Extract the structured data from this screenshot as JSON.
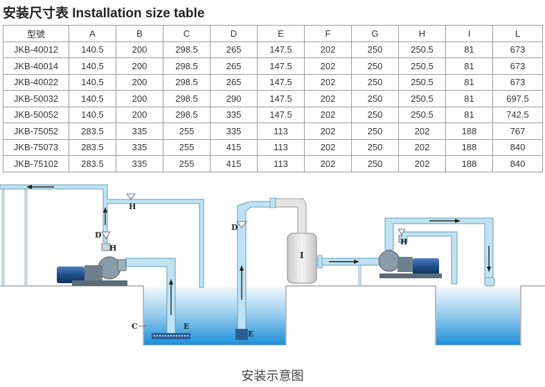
{
  "title": "安装尺寸表 Installation size table",
  "table": {
    "headers": [
      "型號",
      "A",
      "B",
      "C",
      "D",
      "E",
      "F",
      "G",
      "H",
      "I",
      "L"
    ],
    "rows": [
      [
        "JKB-40012",
        "140.5",
        "200",
        "298.5",
        "265",
        "147.5",
        "202",
        "250",
        "250.5",
        "81",
        "673"
      ],
      [
        "JKB-40014",
        "140.5",
        "200",
        "298.5",
        "265",
        "147.5",
        "202",
        "250",
        "250.5",
        "81",
        "673"
      ],
      [
        "JKB-40022",
        "140.5",
        "200",
        "298.5",
        "265",
        "147.5",
        "202",
        "250",
        "250.5",
        "81",
        "673"
      ],
      [
        "JKB-50032",
        "140.5",
        "200",
        "298.5",
        "290",
        "147.5",
        "202",
        "250",
        "250.5",
        "81",
        "697.5"
      ],
      [
        "JKB-50052",
        "140.5",
        "200",
        "298.5",
        "335",
        "147.5",
        "202",
        "250",
        "250.5",
        "81",
        "742.5"
      ],
      [
        "JKB-75052",
        "283.5",
        "335",
        "255",
        "335",
        "113",
        "202",
        "250",
        "202",
        "188",
        "767"
      ],
      [
        "JKB-75073",
        "283.5",
        "335",
        "255",
        "415",
        "113",
        "202",
        "250",
        "202",
        "188",
        "840"
      ],
      [
        "JKB-75102",
        "283.5",
        "335",
        "255",
        "415",
        "113",
        "202",
        "250",
        "202",
        "188",
        "840"
      ]
    ]
  },
  "diagram_labels": {
    "H_left": "H",
    "D_left": "D",
    "H_left_lower": "H",
    "C": "C",
    "E_left": "E",
    "D_mid": "D",
    "E_mid": "E",
    "I": "I",
    "H_right": "H"
  },
  "caption": "安装示意图",
  "colors": {
    "pipe": "#bfe3f4",
    "pipe_stroke": "#6a98b4",
    "water_top": "#e6f3fb",
    "water_bottom": "#1d8fd8",
    "motor": "#2a5f9a",
    "pump": "#7d8f9e",
    "tank": "#e8e8e8"
  }
}
